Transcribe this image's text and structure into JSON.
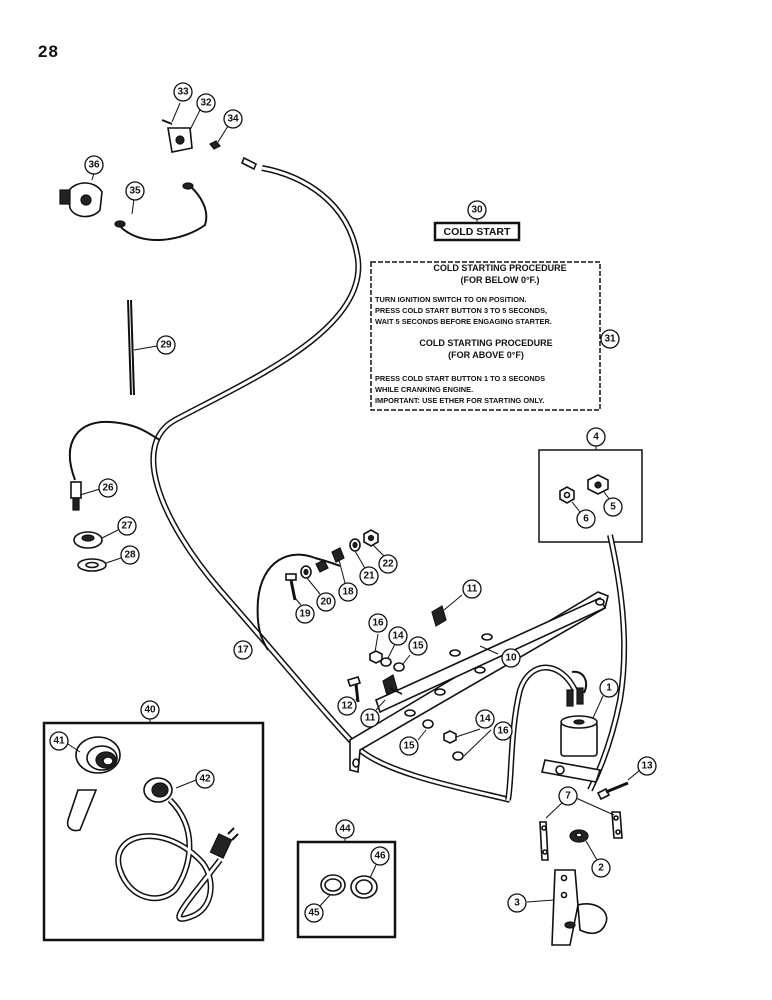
{
  "page": {
    "number": "28"
  },
  "cold_start_label": {
    "item": "30",
    "text": "COLD START"
  },
  "decal": {
    "item": "31",
    "heading1_line1": "COLD STARTING PROCEDURE",
    "heading1_line2": "(FOR BELOW 0°F.)",
    "body1_line1": "TURN IGNITION SWITCH TO ON POSITION.",
    "body1_line2": "PRESS COLD START BUTTON 3 TO 5 SECONDS,",
    "body1_line3": "WAIT 5 SECONDS BEFORE ENGAGING STARTER.",
    "heading2_line1": "COLD STARTING PROCEDURE",
    "heading2_line2": "(FOR ABOVE 0°F)",
    "body2_line1": "PRESS COLD START BUTTON 1 TO 3 SECONDS",
    "body2_line2": "WHILE CRANKING ENGINE.",
    "body2_line3": "IMPORTANT: USE ETHER FOR STARTING ONLY."
  },
  "callouts": {
    "c1": "1",
    "c2": "2",
    "c3": "3",
    "c4": "4",
    "c5": "5",
    "c6": "6",
    "c7": "7",
    "c10": "10",
    "c11a": "11",
    "c11b": "11",
    "c12": "12",
    "c13": "13",
    "c14a": "14",
    "c14b": "14",
    "c15a": "15",
    "c15b": "15",
    "c16a": "16",
    "c16b": "16",
    "c17": "17",
    "c18": "18",
    "c19": "19",
    "c20": "20",
    "c21": "21",
    "c22": "22",
    "c26": "26",
    "c27": "27",
    "c28": "28",
    "c29": "29",
    "c30": "30",
    "c31": "31",
    "c32": "32",
    "c33": "33",
    "c34": "34",
    "c35": "35",
    "c36": "36",
    "c40": "40",
    "c41": "41",
    "c42": "42",
    "c44": "44",
    "c45": "45",
    "c46": "46"
  }
}
